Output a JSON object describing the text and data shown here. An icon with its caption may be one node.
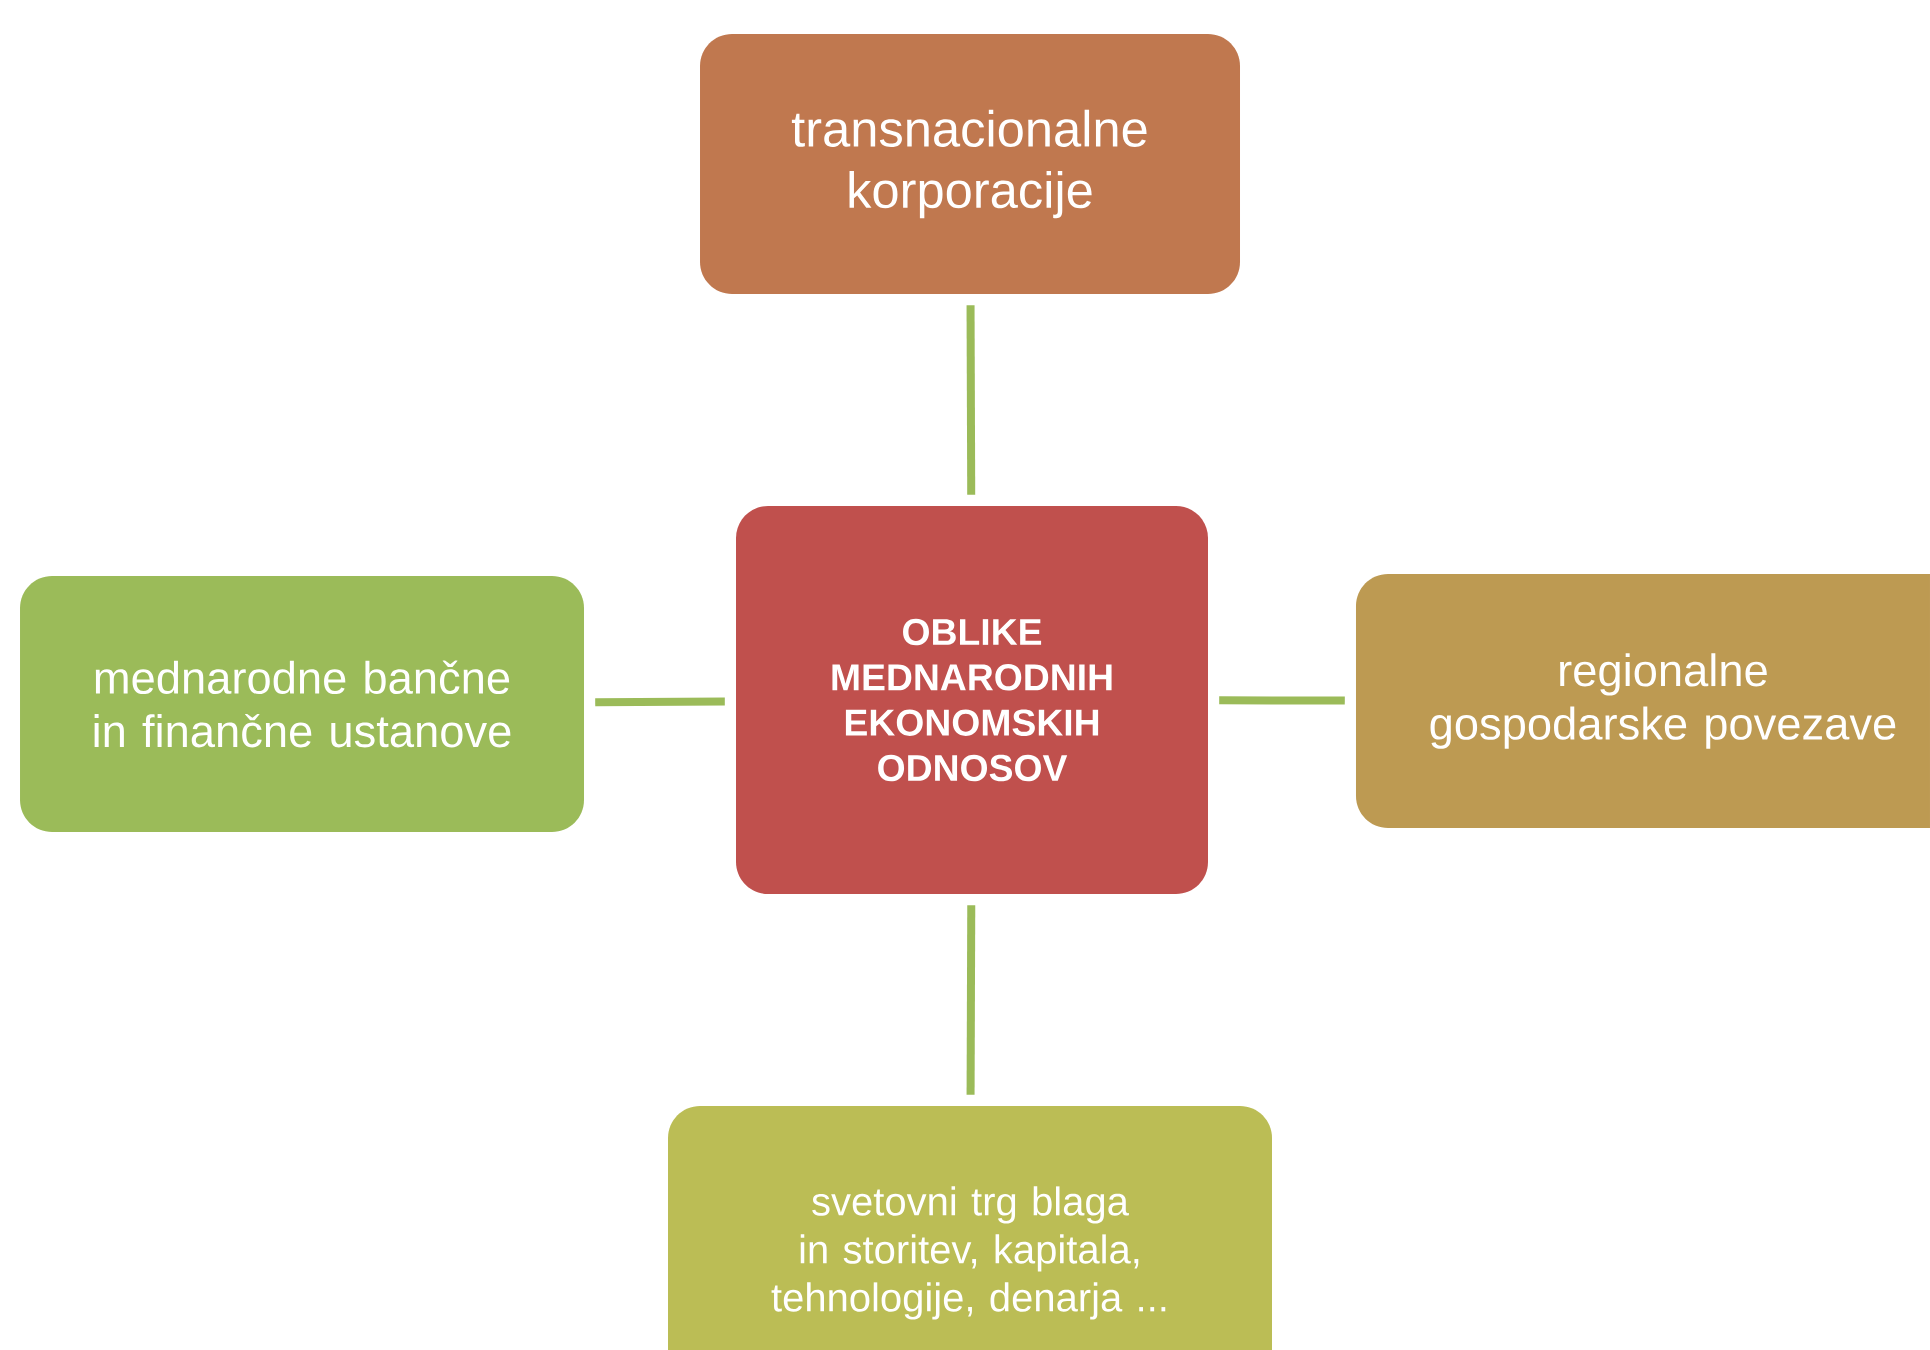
{
  "diagram": {
    "nodes": [
      {
        "text": [
          "transnacionalne korporacije"
        ]
      },
      {
        "text": [
          "mednarodne bančne in finančne ustanove"
        ]
      },
      {
        "text": [
          "OBLIKE MEDNARODNIH EKONOMSKIH ODNOSOV"
        ]
      },
      {
        "text": [
          "regionalne gospodarske povezave"
        ]
      },
      {
        "text": [
          "svetovni trg blaga in storitev, kapitala, tehnologije, denarja ..."
        ]
      }
    ],
    "edges": [
      {
        "from": 2,
        "to": 0,
        "arrow": "none"
      },
      {
        "from": 2,
        "to": 1,
        "arrow": "none"
      },
      {
        "from": 2,
        "to": 3,
        "arrow": "none"
      },
      {
        "from": 2,
        "to": 4,
        "arrow": "none"
      }
    ]
  }
}
